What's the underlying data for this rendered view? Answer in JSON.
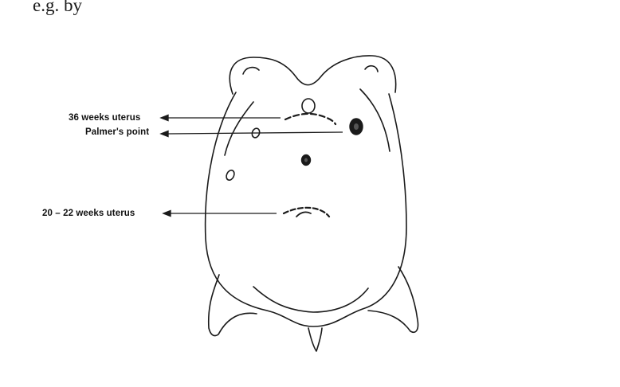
{
  "top_text": "e.g. by",
  "labels": {
    "uterus_36_weeks": "36 weeks uterus",
    "palmers_point": "Palmer's point",
    "uterus_20_22_weeks": "20 – 22 weeks uterus"
  }
}
